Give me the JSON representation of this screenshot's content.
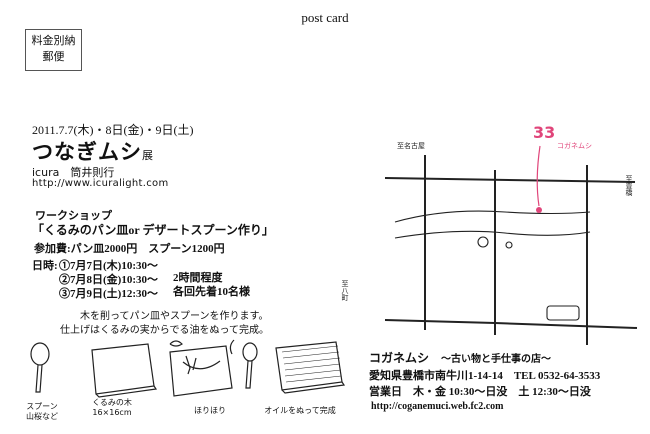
{
  "header": {
    "title": "post card"
  },
  "stamp": {
    "line1": "料金別納",
    "line2": "郵便"
  },
  "event": {
    "dates": "2011.7.7(木)・8日(金)・9日(土)",
    "title": "つなぎムシ",
    "title_suffix": "展",
    "artist": "icura　筒井則行",
    "artist_url": "http://www.icuralight.com"
  },
  "workshop": {
    "label": "ワークショップ",
    "title": "「くるみのパン皿or デザートスプーン作り」",
    "fee": "参加費:パン皿2000円　スプーン1200円",
    "schedule_label": "日時:",
    "schedule": [
      "①7月7日(木)10:30～",
      "②7月8日(金)10:30～",
      "③7月9日(土)12:30～"
    ],
    "duration": "2時間程度",
    "capacity": "各回先着10名様",
    "description_1": "木を削ってパン皿やスプーンを作ります。",
    "description_2": "仕上げはくるみの実からでる油をぬって完成。",
    "steps": [
      {
        "caption_1": "スプーン",
        "caption_2": "山桜など"
      },
      {
        "caption_1": "くるみの木",
        "caption_2": "16×16cm"
      },
      {
        "caption_1": "ほりほり",
        "caption_2": ""
      },
      {
        "caption_1": "オイルをぬって完成",
        "caption_2": ""
      }
    ]
  },
  "shop": {
    "name": "コガネムシ",
    "tagline": "～古い物と手仕事の店～",
    "address": "愛知県豊橋市南牛川1-14-14　TEL 0532-64-3533",
    "hours": "営業日　木・金 10:30～日没　土 12:30～日没",
    "url": "http://coganemuci.web.fc2.com"
  },
  "map": {
    "label_number": "33",
    "label_shop": "コガネムシ",
    "label_north_left": "至名古屋",
    "label_left": "至八町",
    "label_right": "至豊橋",
    "stroke_color": "#222222",
    "accent_color": "#e0457a"
  }
}
